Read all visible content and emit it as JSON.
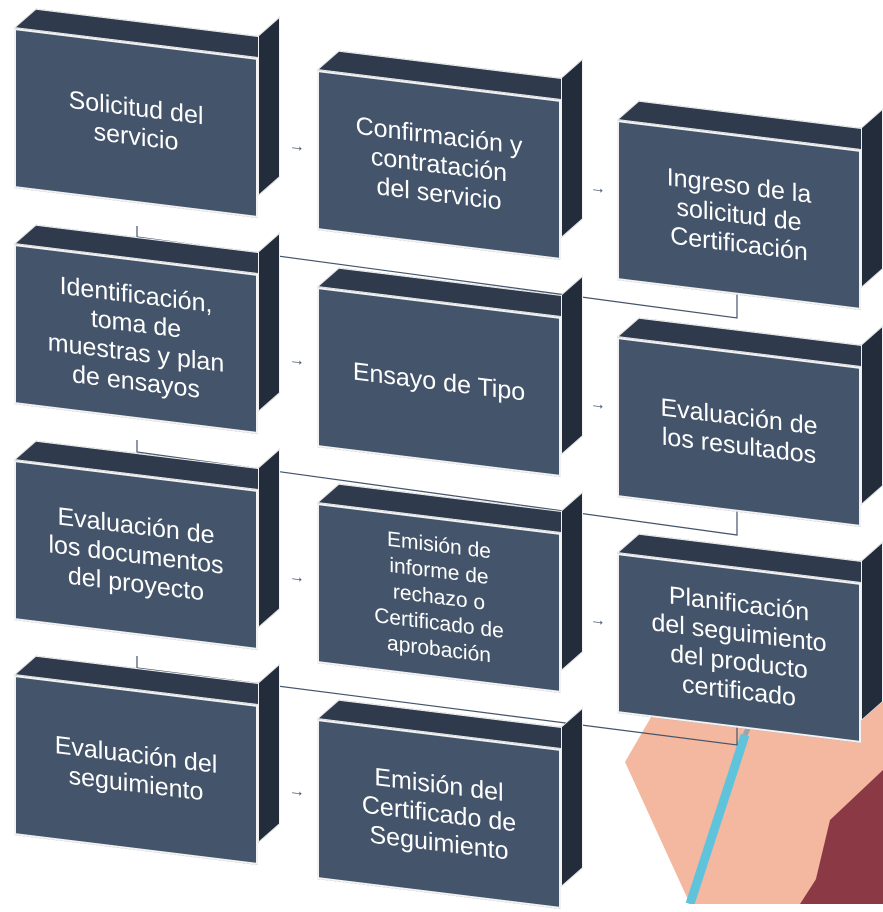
{
  "diagram": {
    "steps": [
      {
        "id": "s1",
        "label": "Solicitud del\nservicio"
      },
      {
        "id": "s2",
        "label": "Confirmación y\ncontratación\ndel servicio"
      },
      {
        "id": "s3",
        "label": "Ingreso de la\nsolicitud de\nCertificación"
      },
      {
        "id": "s4",
        "label": "Identificación,\ntoma de\nmuestras y plan\nde ensayos"
      },
      {
        "id": "s5",
        "label": "Ensayo de Tipo"
      },
      {
        "id": "s6",
        "label": "Evaluación de\nlos resultados"
      },
      {
        "id": "s7",
        "label": "Evaluación de\nlos documentos\ndel proyecto"
      },
      {
        "id": "s8",
        "label": "Emisión de\ninforme de\nrechazo o\nCertificado de\naprobación"
      },
      {
        "id": "s9",
        "label": "Planificación\ndel seguimiento\ndel producto\ncertificado"
      },
      {
        "id": "s10",
        "label": "Evaluación del\nseguimiento"
      },
      {
        "id": "s11",
        "label": "Emisión del\nCertificado de\nSeguimiento"
      }
    ],
    "arrow_glyph": "→",
    "colors": {
      "box": "#44546a",
      "box_top": "#2f3b4c",
      "box_side": "#222c3a",
      "box_text": "#ffffff",
      "connector": "#44546a",
      "deco_peach": "#f4b7a0",
      "deco_maroon": "#8b3a45",
      "deco_cyan": "#5fc3dc"
    }
  }
}
